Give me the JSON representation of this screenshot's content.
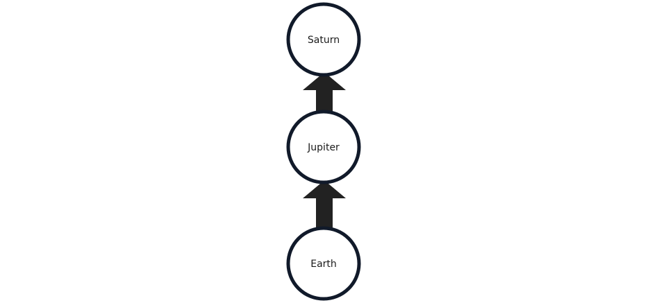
{
  "diagram": {
    "nodes": [
      {
        "id": "saturn",
        "label": "Saturn"
      },
      {
        "id": "jupiter",
        "label": "Jupiter"
      },
      {
        "id": "earth",
        "label": "Earth"
      }
    ],
    "edges": [
      {
        "from": "earth",
        "to": "jupiter"
      },
      {
        "from": "jupiter",
        "to": "saturn"
      }
    ],
    "colors": {
      "stroke": "#111a2a",
      "arrow": "#222222"
    }
  }
}
